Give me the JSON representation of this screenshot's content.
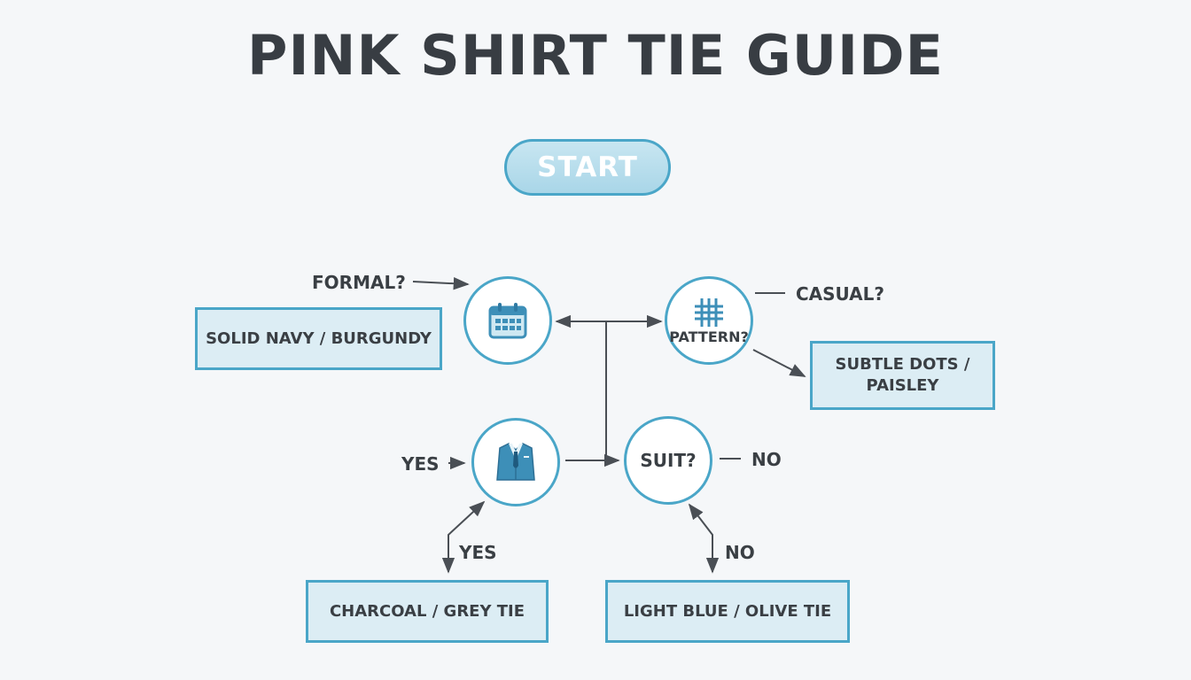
{
  "title": "PINK SHIRT TIE GUIDE",
  "start": "START",
  "decisions": {
    "calendar_icon": "calendar-icon",
    "pattern": "PATTERN?",
    "pattern_icon": "plaid-pattern-icon",
    "suit_icon": "suit-jacket-icon",
    "suit": "SUIT?"
  },
  "labels": {
    "formal": "FORMAL?",
    "casual": "CASUAL?",
    "yes_left": "YES",
    "no_right": "NO",
    "yes_bottom": "YES",
    "no_bottom": "NO"
  },
  "outcomes": {
    "solid": "SOLID NAVY / BURGUNDY",
    "subtle_line1": "SUBTLE DOTS /",
    "subtle_line2": "PAISLEY",
    "charcoal": "CHARCOAL / GREY TIE",
    "lightblue": "LIGHT BLUE / OLIVE TIE"
  },
  "colors": {
    "accent": "#4aa6c8",
    "box_fill": "#dcedf4",
    "text": "#3a3f44",
    "background": "#f5f7f9",
    "arrow": "#4a4f55"
  }
}
